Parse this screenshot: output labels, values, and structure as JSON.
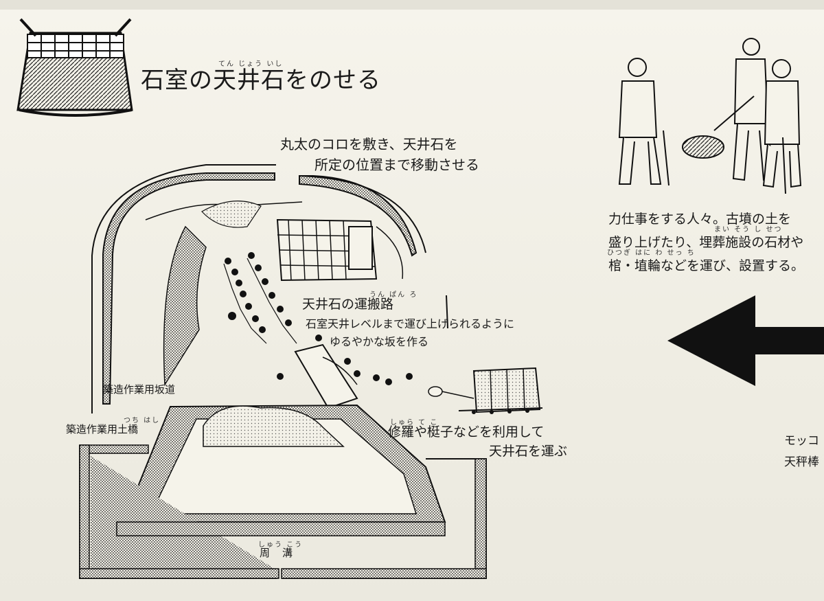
{
  "title": "石室の天井石をのせる",
  "title_ruby": "てん じょう いし",
  "caption": {
    "line1": "丸太のコロを敷き、天井石を",
    "line2": "所定の位置まで移動させる"
  },
  "route_label": "天井石の運搬路",
  "route_ruby": "うん ぱん ろ",
  "route_note": {
    "line1": "石室天井レベルまで運び上げられるように",
    "line2": "ゆるやかな坂を作る"
  },
  "labels": {
    "construction_slope": "築造作業用坂道",
    "construction_bank": "築造作業用土橋",
    "bank_ruby": "つち はし",
    "moat": "周溝",
    "moat_ruby": "しゅう こう"
  },
  "transport_note": {
    "line1": "修羅や梃子などを利用して",
    "line2": "天井石を運ぶ",
    "ruby": "しゅら   て こ"
  },
  "people_note": {
    "line1": "力仕事をする人々。古墳の土を",
    "line2": "盛り上げたり、埋葬施設の石材や",
    "line3": "棺・埴輪などを運び、設置する。",
    "ruby2": "まい そう し せつ",
    "ruby3": "ひつぎ  はに わ        せっ ち"
  },
  "cutoff": {
    "line1": "モッコ",
    "line2": "天秤棒"
  },
  "icons": {
    "roof": "thatched-roof-icon",
    "arrow": "left-arrow-icon"
  },
  "colors": {
    "background": "#f1efe6",
    "ink": "#1a1a1a"
  }
}
